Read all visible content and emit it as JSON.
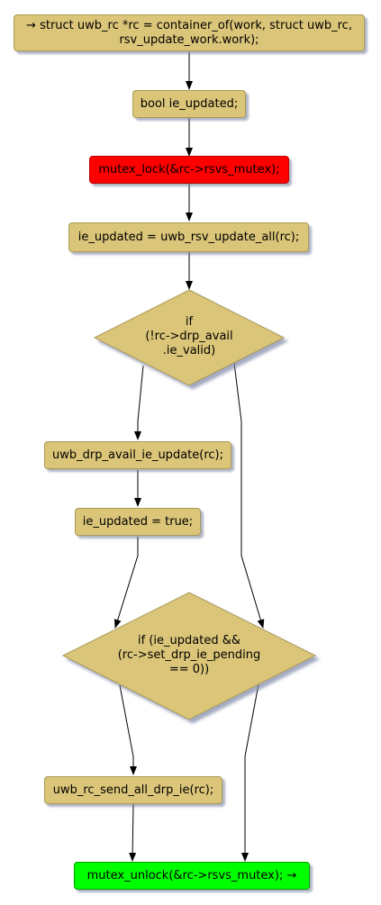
{
  "colors": {
    "node_fill": "#dbc578",
    "node_border": "#a89a5a",
    "lock_fill": "#ff0000",
    "lock_border": "#b80000",
    "unlock_fill": "#00ff00",
    "unlock_border": "#00a000",
    "edge": "#000000"
  },
  "nodes": {
    "start": "→ struct uwb_rc *rc = container_of(work, struct uwb_rc,\nrsv_update_work.work);",
    "decl": "bool ie_updated;",
    "lock": "mutex_lock(&rc->rsvs_mutex);",
    "update_all": "ie_updated = uwb_rsv_update_all(rc);",
    "cond1": "if\n(!rc->drp_avail\n.ie_valid)",
    "avail_update": "uwb_drp_avail_ie_update(rc);",
    "set_true": "ie_updated = true;",
    "cond2": "if (ie_updated &&\n(rc->set_drp_ie_pending\n== 0))",
    "send_all": "uwb_rc_send_all_drp_ie(rc);",
    "unlock": "mutex_unlock(&rc->rsvs_mutex); →"
  }
}
